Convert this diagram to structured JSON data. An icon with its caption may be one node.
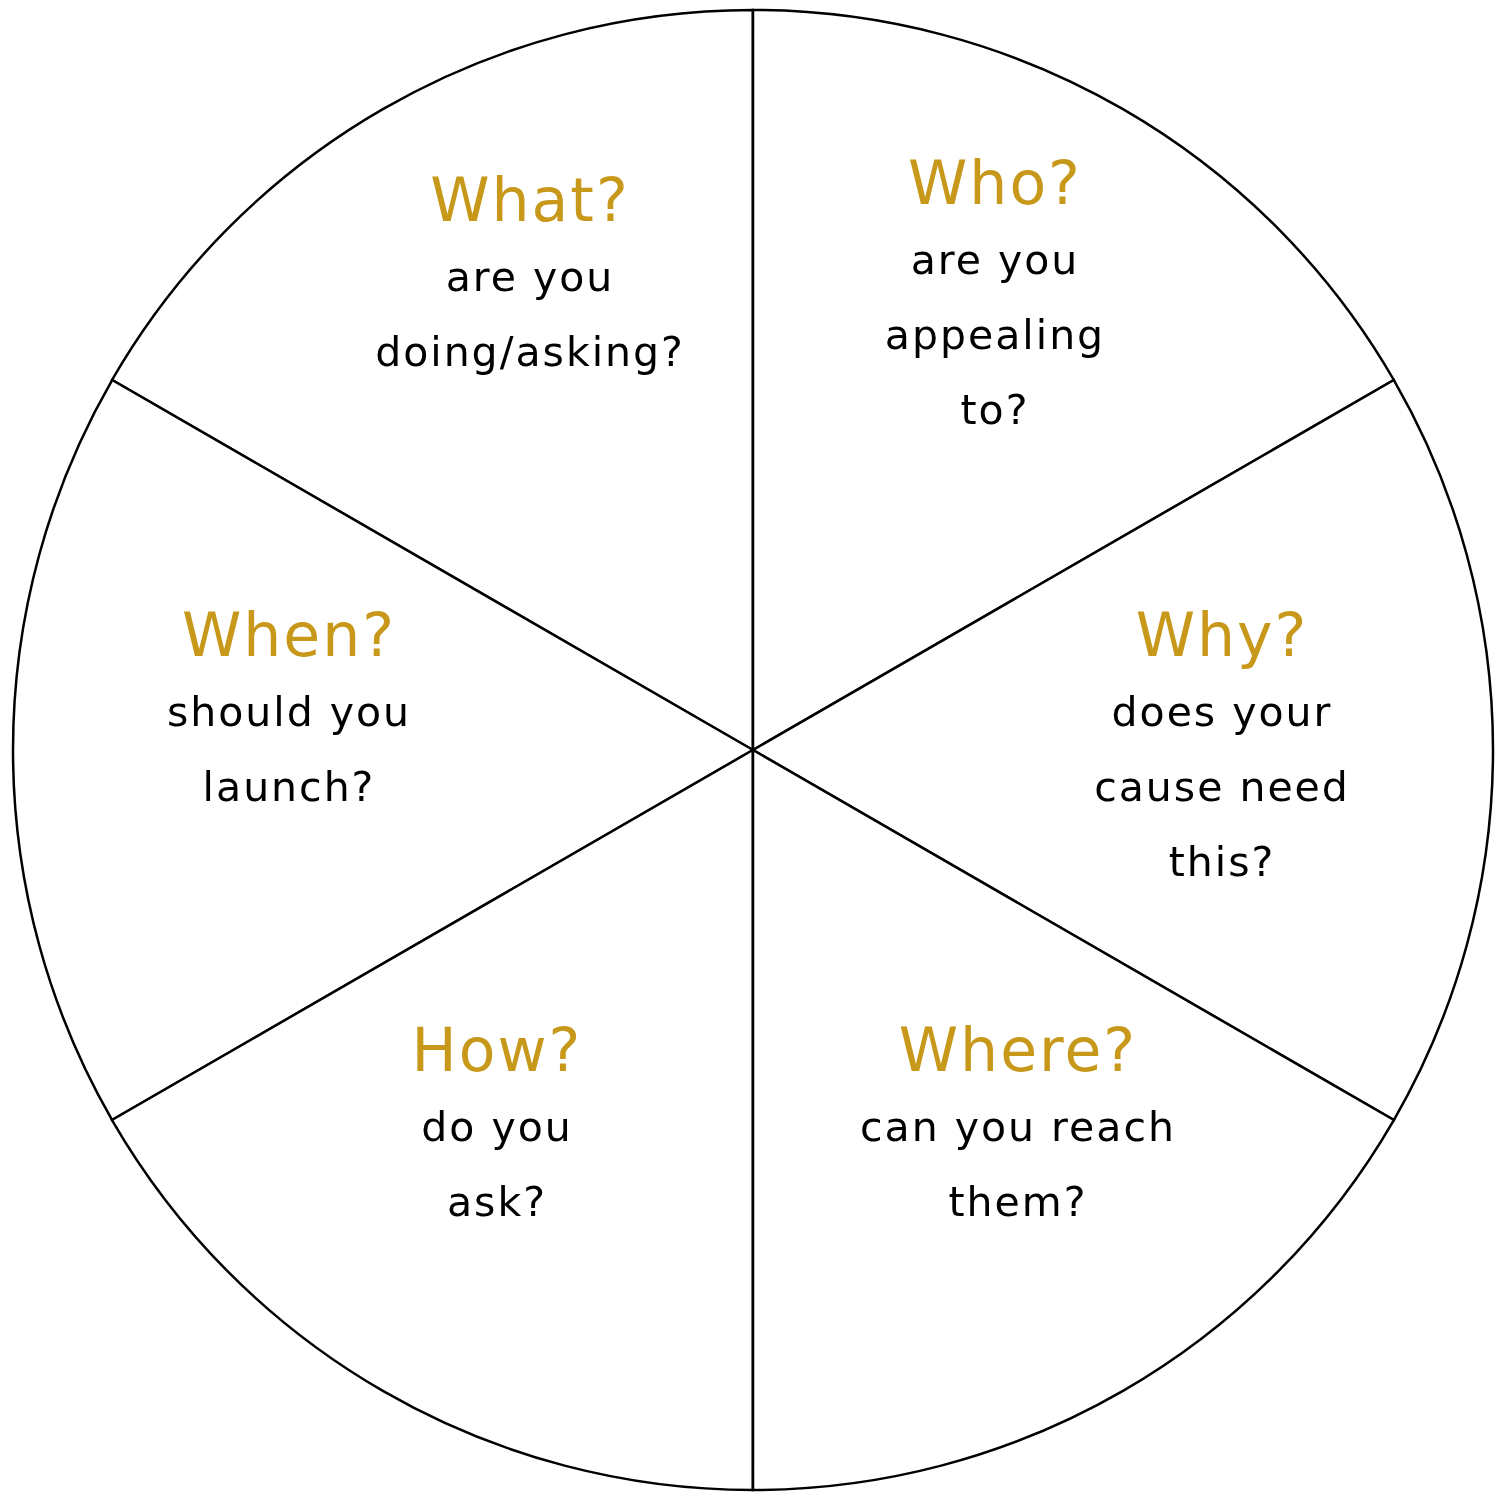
{
  "diagram": {
    "nodes": [
      {
        "text": [
          "What?",
          "are you doing/asking?"
        ]
      },
      {
        "text": [
          "Who?",
          "are you appealing to?"
        ]
      },
      {
        "text": [
          "When?",
          "should you launch?"
        ]
      },
      {
        "text": [
          "Why?",
          "does your cause need this?"
        ]
      },
      {
        "text": [
          "How?",
          "do you ask?"
        ]
      },
      {
        "text": [
          "Where?",
          "can you reach them?"
        ]
      }
    ]
  }
}
